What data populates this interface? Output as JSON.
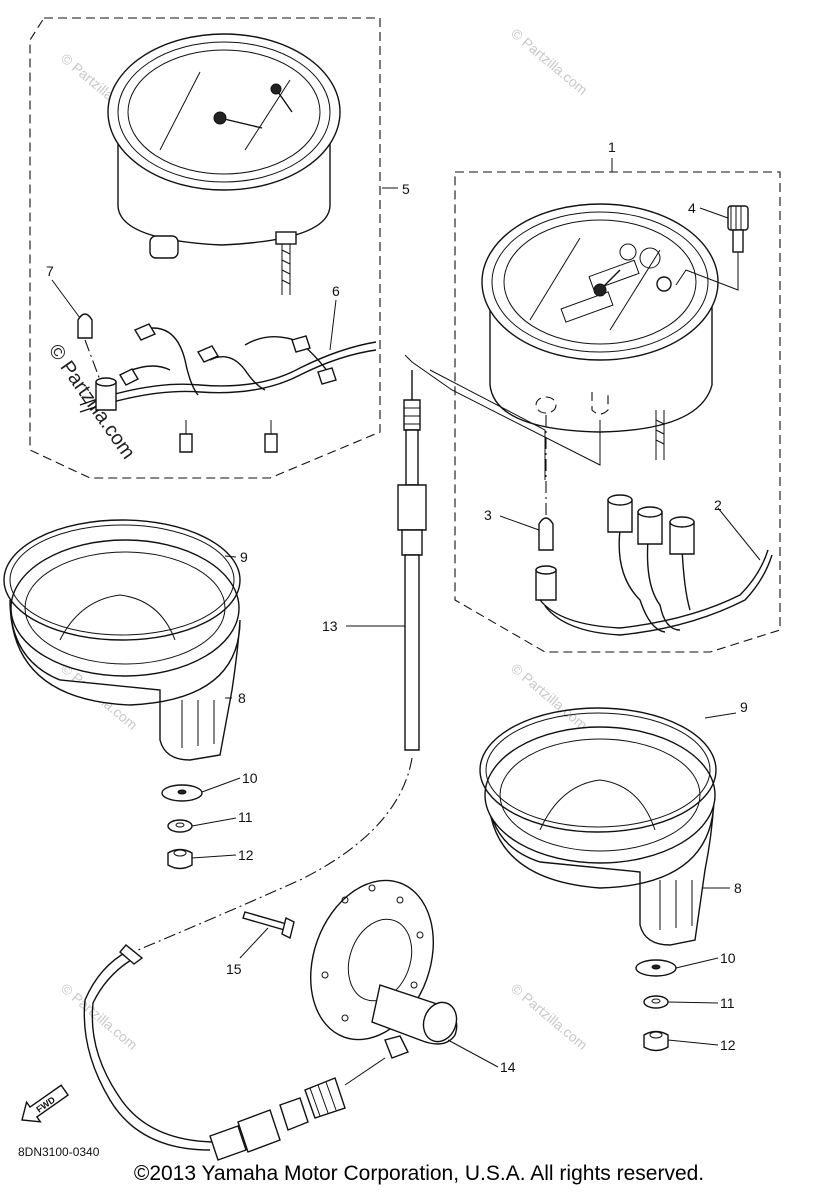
{
  "callouts": {
    "c1": "1",
    "c2": "2",
    "c3": "3",
    "c4": "4",
    "c5": "5",
    "c6": "6",
    "c7": "7",
    "c8a": "8",
    "c8b": "8",
    "c9a": "9",
    "c9b": "9",
    "c10a": "10",
    "c10b": "10",
    "c11a": "11",
    "c11b": "11",
    "c12a": "12",
    "c12b": "12",
    "c13": "13",
    "c14": "14",
    "c15": "15"
  },
  "diagram_code": "8DN3100-0340",
  "fwd_label": "FWD",
  "watermark": "© Partzilla.com",
  "copyright": "©2013  Yamaha Motor Corporation, U.S.A. All rights reserved."
}
